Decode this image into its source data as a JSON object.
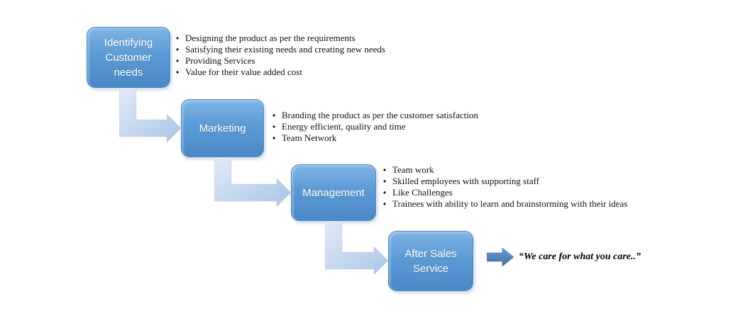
{
  "diagram": {
    "bullet_glyph": "•",
    "steps": [
      {
        "label": "Identifying Customer needs",
        "bullets": [
          "Designing the product as per the requirements",
          "Satisfying their existing needs and creating new needs",
          "Providing Services",
          "Value for their value added cost"
        ]
      },
      {
        "label": "Marketing",
        "bullets": [
          "Branding the product as per the customer satisfaction",
          "Energy efficient, quality and time",
          "Team Network"
        ]
      },
      {
        "label": "Management",
        "bullets": [
          "Team work",
          "Skilled employees with supporting staff",
          "Like Challenges",
          "Trainees with ability to learn and brainstorming with their ideas"
        ]
      },
      {
        "label": "After Sales Service",
        "bullets": []
      }
    ],
    "quote": "“We care for what you care..”",
    "colors": {
      "box_fill_top": "#7FB3E4",
      "box_fill_bottom": "#4A88C7",
      "connector_light": "#DDE7F4",
      "connector_dark": "#A9C5E6",
      "quote_arrow": "#4F81BD"
    }
  }
}
